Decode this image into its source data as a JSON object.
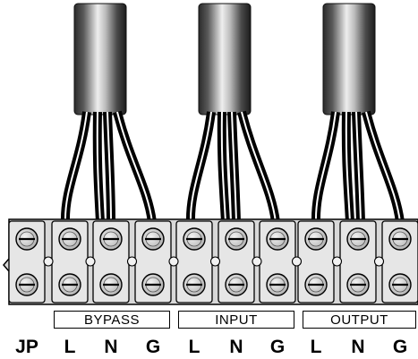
{
  "groups": [
    {
      "name": "bypass",
      "label": "BYPASS",
      "terminals": [
        "L",
        "N",
        "G"
      ]
    },
    {
      "name": "input",
      "label": "INPUT",
      "terminals": [
        "L",
        "N",
        "G"
      ]
    },
    {
      "name": "output",
      "label": "OUTPUT",
      "terminals": [
        "L",
        "N",
        "G"
      ]
    }
  ],
  "jumper_label": "JP",
  "colors": {
    "background": "#ffffff",
    "terminal_block": "#d8d8d8",
    "outline": "#000000",
    "wire": "#000000"
  }
}
